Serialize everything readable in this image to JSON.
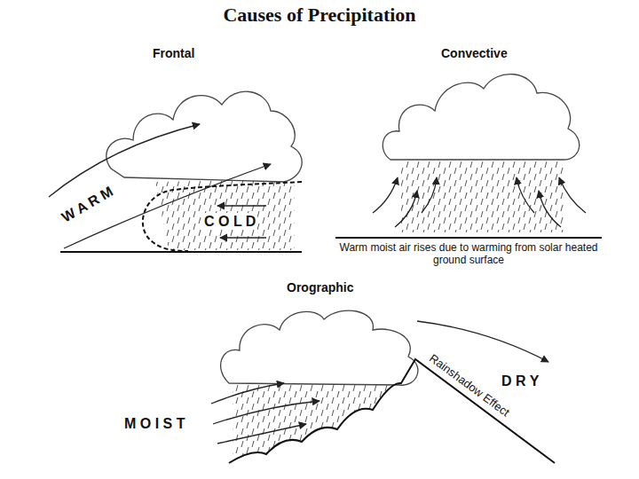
{
  "diagram": {
    "title": "Causes of Precipitation",
    "labels": [
      "Frontal",
      "Convective",
      "W A R M",
      "C O L D",
      "Warm moist air rises due to warming from solar heated ground surface",
      "Orographic",
      "M O I S T",
      "D R Y",
      "Rainshadow Effect"
    ]
  }
}
